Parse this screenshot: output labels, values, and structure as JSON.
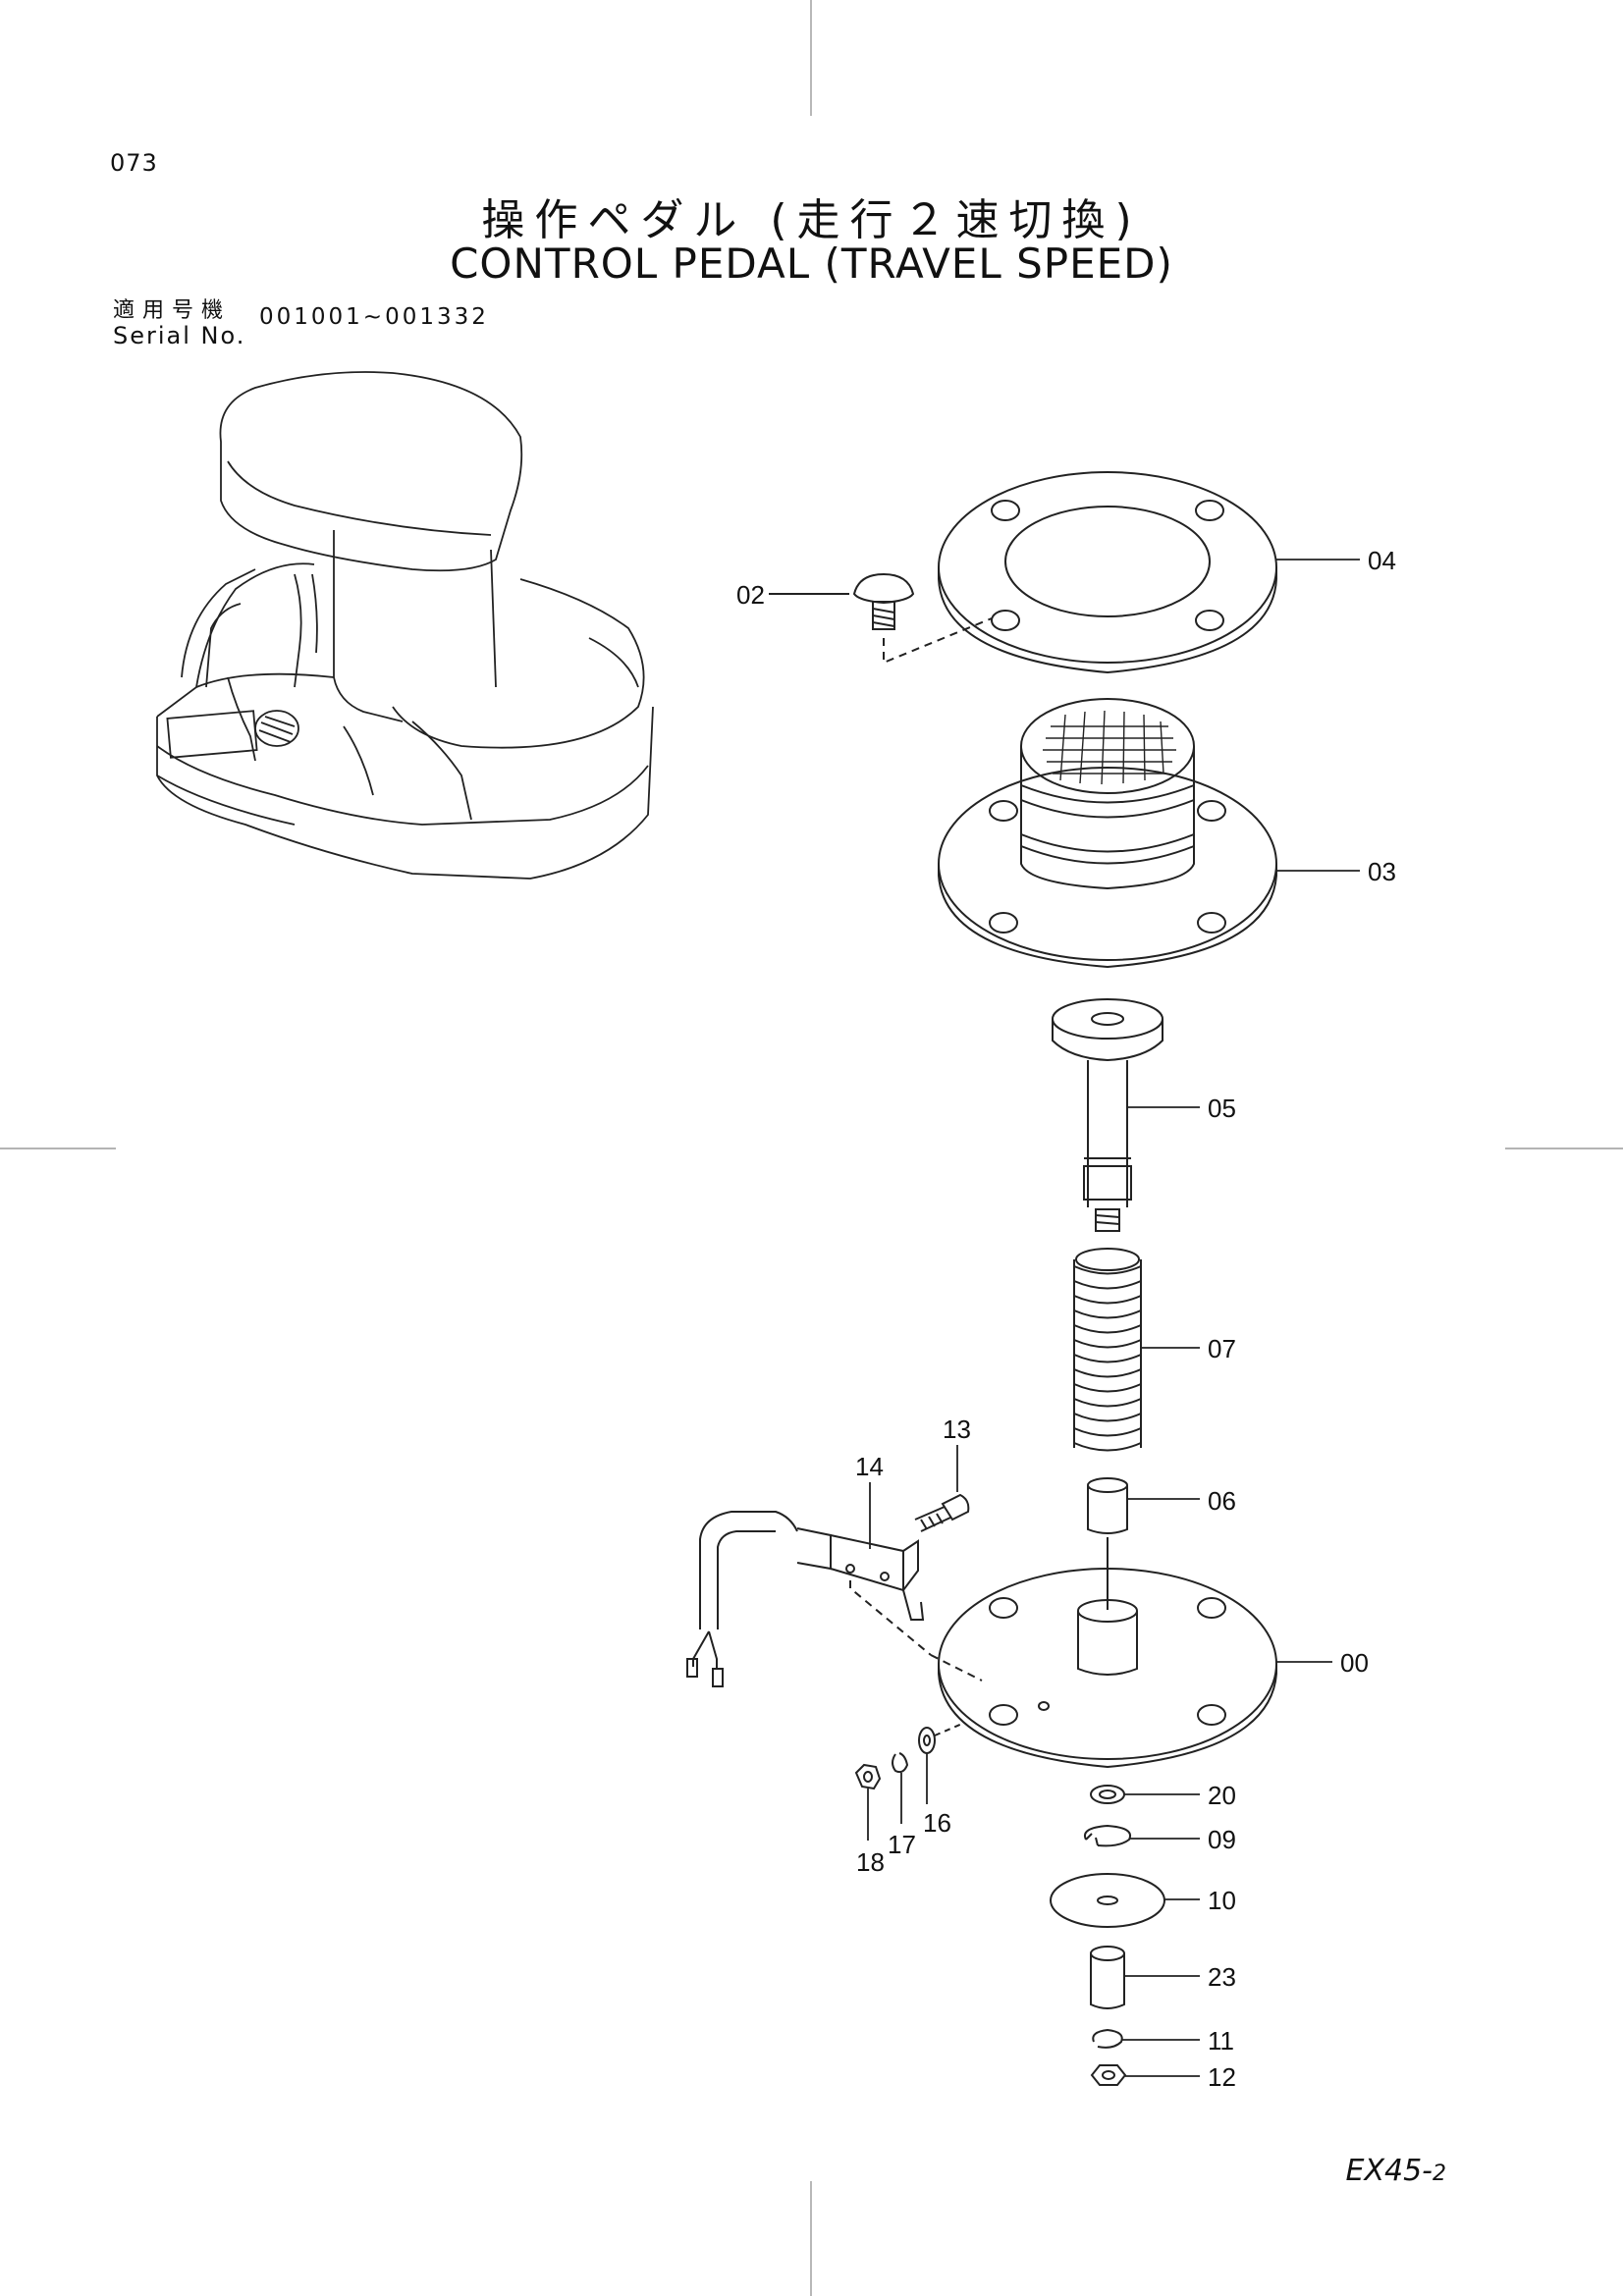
{
  "page": {
    "number": "073",
    "title_jp": "操作ペダル (走行２速切換)",
    "title_en": "CONTROL PEDAL (TRAVEL SPEED)",
    "serial_label_jp": "適用号機",
    "serial_label_en": "Serial No.",
    "serial_range": "001001~001332",
    "model": "EX45-",
    "model_suffix": "2"
  },
  "callouts": {
    "p00": "00",
    "p02": "02",
    "p03": "03",
    "p04": "04",
    "p05": "05",
    "p06": "06",
    "p07": "07",
    "p09": "09",
    "p10": "10",
    "p11": "11",
    "p12": "12",
    "p13": "13",
    "p14": "14",
    "p16": "16",
    "p17": "17",
    "p18": "18",
    "p20": "20",
    "p23": "23"
  }
}
